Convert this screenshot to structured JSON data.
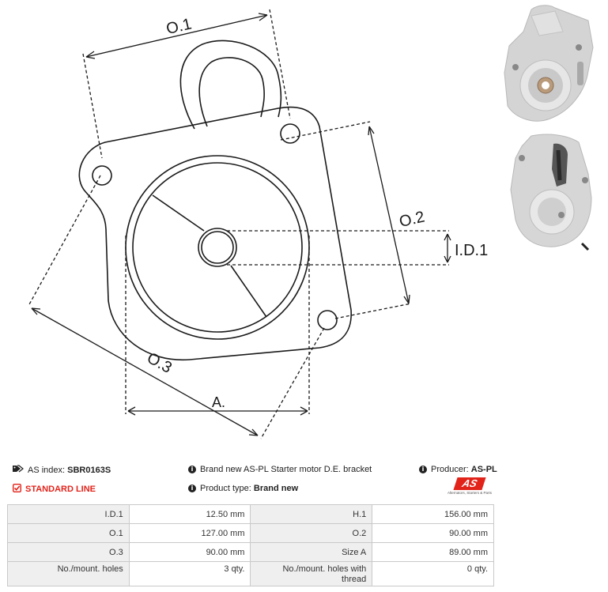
{
  "drawing": {
    "dimensions": [
      "O.1",
      "O.2",
      "O.3",
      "A.",
      "I.D.1"
    ]
  },
  "product": {
    "as_index_label": "AS index:",
    "as_index_value": "SBR0163S",
    "description": "Brand new AS-PL Starter motor D.E. bracket",
    "producer_label": "Producer:",
    "producer_value": "AS-PL",
    "line_label": "STANDARD LINE",
    "type_label": "Product type:",
    "type_value": "Brand new"
  },
  "logo": {
    "text": "AS",
    "tagline": "Alternators, Starters & Parts",
    "brand_color": "#e2231a"
  },
  "specs": [
    [
      {
        "label": "I.D.1",
        "value": "12.50 mm"
      },
      {
        "label": "H.1",
        "value": "156.00 mm"
      }
    ],
    [
      {
        "label": "O.1",
        "value": "127.00 mm"
      },
      {
        "label": "O.2",
        "value": "90.00 mm"
      }
    ],
    [
      {
        "label": "O.3",
        "value": "90.00 mm"
      },
      {
        "label": "Size A",
        "value": "89.00 mm"
      }
    ],
    [
      {
        "label": "No./mount. holes",
        "value": "3 qty."
      },
      {
        "label": "No./mount. holes with thread",
        "value": "0 qty."
      }
    ]
  ],
  "icons": {
    "tag": "tags-icon",
    "info": "info-circle-icon",
    "check": "check-square-icon"
  }
}
